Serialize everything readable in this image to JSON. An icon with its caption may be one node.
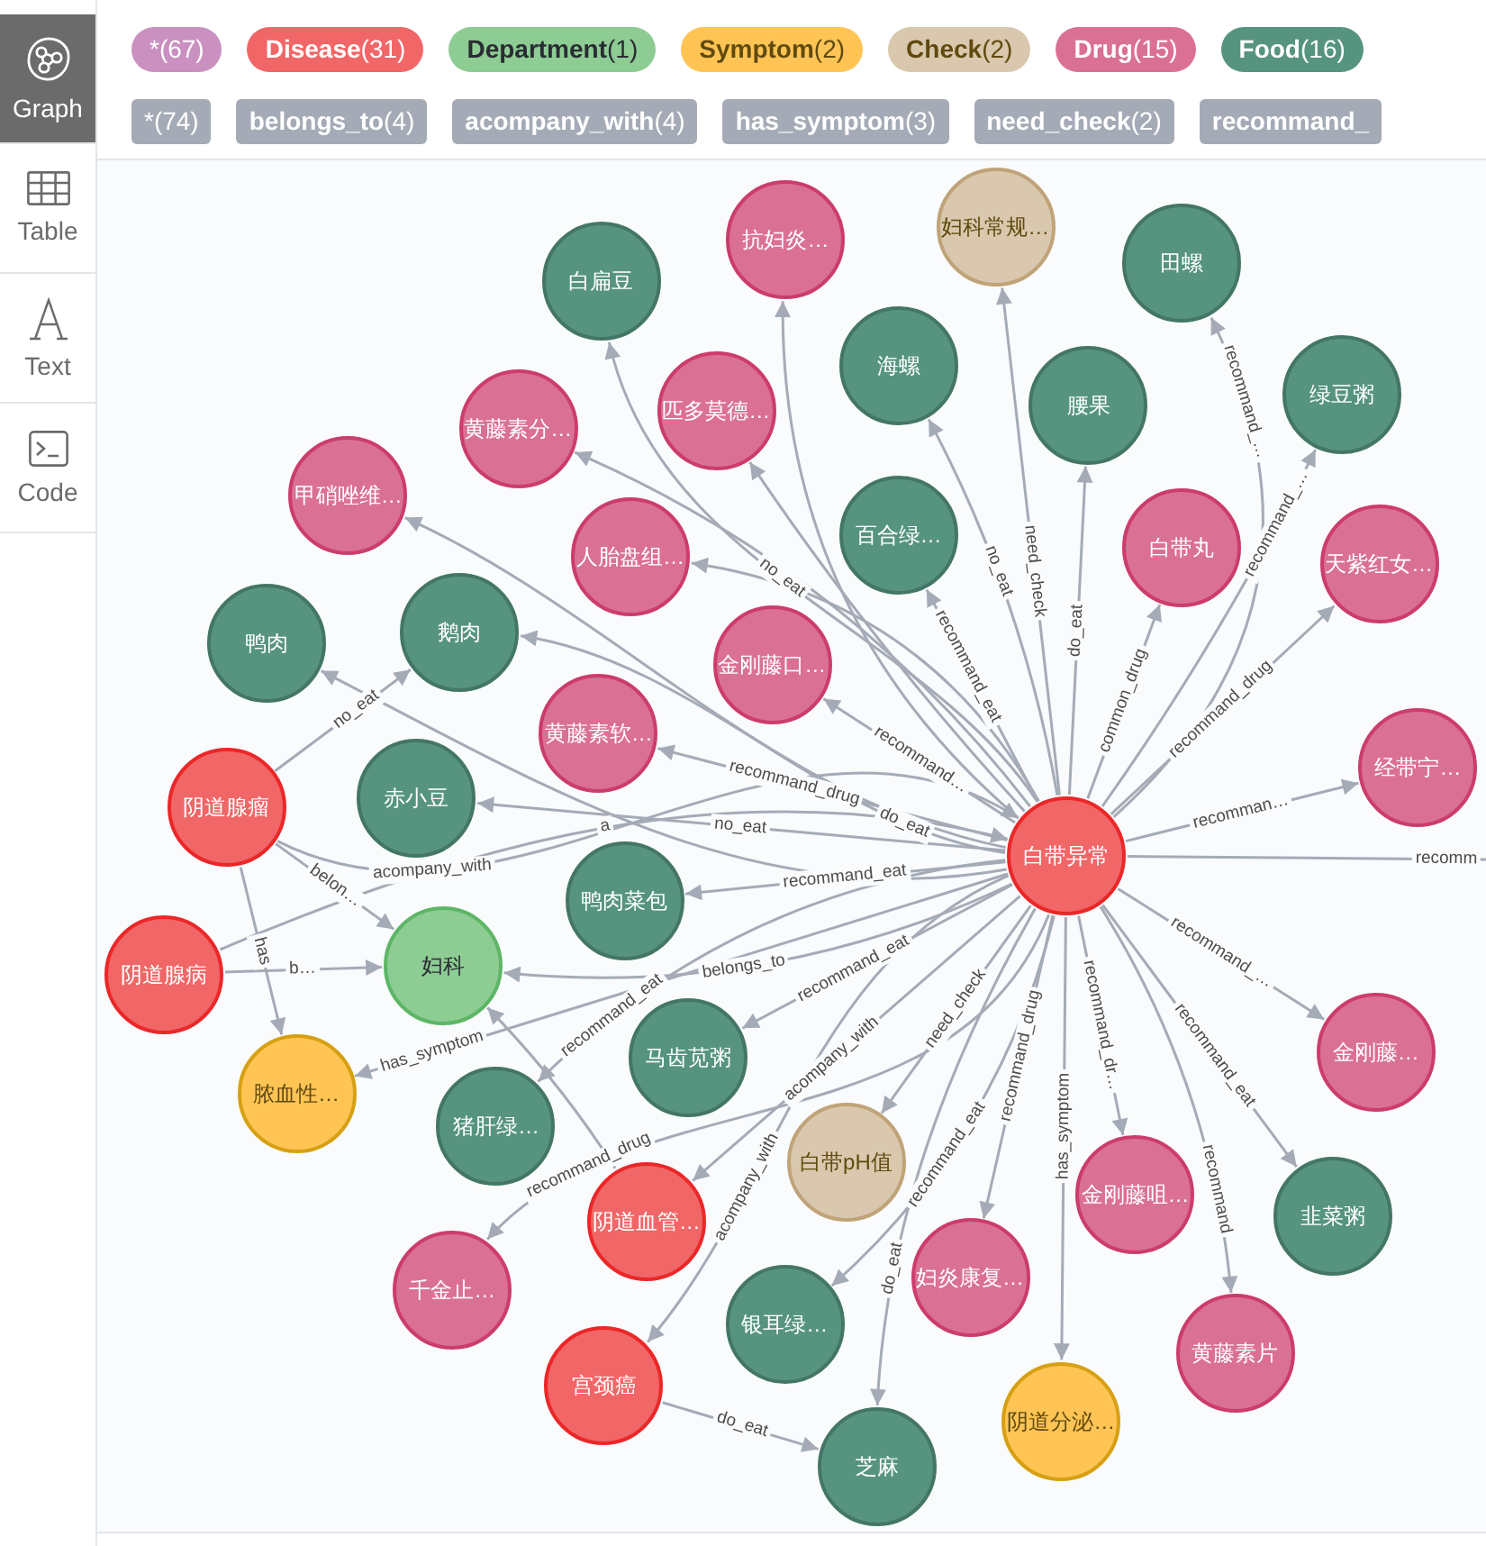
{
  "diagram": {
    "nodes": [
      {
        "text": [
          "妇科常规…"
        ]
      },
      {
        "text": [
          "抗妇炎…"
        ]
      },
      {
        "text": [
          "田螺"
        ]
      },
      {
        "text": [
          "白扁豆"
        ]
      },
      {
        "text": [
          "海螺"
        ]
      },
      {
        "text": [
          "绿豆粥"
        ]
      },
      {
        "text": [
          "腰果"
        ]
      },
      {
        "text": [
          "匹多莫德…"
        ]
      },
      {
        "text": [
          "黄藤素分…"
        ]
      },
      {
        "text": [
          "甲硝唑维…"
        ]
      },
      {
        "text": [
          "百合绿…"
        ]
      },
      {
        "text": [
          "白带丸"
        ]
      },
      {
        "text": [
          "人胎盘组…"
        ]
      },
      {
        "text": [
          "天紫红女…"
        ]
      },
      {
        "text": [
          "鹅肉"
        ]
      },
      {
        "text": [
          "鸭肉"
        ]
      },
      {
        "text": [
          "金刚藤口…"
        ]
      },
      {
        "text": [
          "黄藤素软…"
        ]
      },
      {
        "text": [
          "经带宁…"
        ]
      },
      {
        "text": [
          "阴道腺瘤"
        ]
      },
      {
        "text": [
          "赤小豆"
        ]
      },
      {
        "text": [
          "白带异常"
        ]
      },
      {
        "text": [
          "鸭肉菜包"
        ]
      },
      {
        "text": [
          "阴道腺病"
        ]
      },
      {
        "text": [
          "妇科"
        ]
      },
      {
        "text": [
          "马齿苋粥"
        ]
      },
      {
        "text": [
          "金刚藤…"
        ]
      },
      {
        "text": [
          "脓血性…"
        ]
      },
      {
        "text": [
          "猪肝绿…"
        ]
      },
      {
        "text": [
          "白带pH值"
        ]
      },
      {
        "text": [
          "金刚藤咀…"
        ]
      },
      {
        "text": [
          "阴道血管…"
        ]
      },
      {
        "text": [
          "韭菜粥"
        ]
      },
      {
        "text": [
          "千金止…"
        ]
      },
      {
        "text": [
          "妇炎康复…"
        ]
      },
      {
        "text": [
          "银耳绿…"
        ]
      },
      {
        "text": [
          "黄藤素片"
        ]
      },
      {
        "text": [
          "宫颈癌"
        ]
      },
      {
        "text": [
          "阴道分泌…"
        ]
      },
      {
        "text": [
          "芝麻"
        ]
      }
    ],
    "edges": [
      {
        "from": 21,
        "to": 0,
        "arrow": "to",
        "label": "need_check"
      },
      {
        "from": 21,
        "to": 1,
        "arrow": "to"
      },
      {
        "from": 21,
        "to": 2,
        "arrow": "to",
        "label": "recommand_…"
      },
      {
        "from": 21,
        "to": 3,
        "arrow": "to",
        "label": "no_eat"
      },
      {
        "from": 21,
        "to": 4,
        "arrow": "to",
        "label": "no_eat"
      },
      {
        "from": 21,
        "to": 5,
        "arrow": "to",
        "label": "recommand_…"
      },
      {
        "from": 21,
        "to": 6,
        "arrow": "to",
        "label": "do_eat"
      },
      {
        "from": 21,
        "to": 7,
        "arrow": "to"
      },
      {
        "from": 21,
        "to": 8,
        "arrow": "to"
      },
      {
        "from": 21,
        "to": 9,
        "arrow": "to"
      },
      {
        "from": 21,
        "to": 10,
        "arrow": "to",
        "label": "recommand_eat"
      },
      {
        "from": 21,
        "to": 11,
        "arrow": "to",
        "label": "common_drug"
      },
      {
        "from": 21,
        "to": 12,
        "arrow": "to"
      },
      {
        "from": 21,
        "to": 13,
        "arrow": "to",
        "label": "recommand_drug"
      },
      {
        "from": 21,
        "to": 14,
        "arrow": "to",
        "label": "do_eat"
      },
      {
        "from": 21,
        "to": 15,
        "arrow": "to"
      },
      {
        "from": 21,
        "to": 16,
        "arrow": "to",
        "label": "recommand…"
      },
      {
        "from": 21,
        "to": 17,
        "arrow": "to",
        "label": "recommand_drug"
      },
      {
        "from": 21,
        "to": 18,
        "arrow": "to",
        "label": "recomman…"
      },
      {
        "from": 19,
        "to": 14,
        "arrow": "to",
        "label": "no_eat"
      },
      {
        "from": 21,
        "to": 20,
        "arrow": "to",
        "label": "no_eat"
      },
      {
        "from": 19,
        "to": 21,
        "arrow": "to",
        "label": "acompany_with"
      },
      {
        "from": 21,
        "to": 22,
        "arrow": "to",
        "label": "recommand_eat"
      },
      {
        "from": 21,
        "to": 24,
        "arrow": "to",
        "label": "belongs_to"
      },
      {
        "from": 19,
        "to": 24,
        "arrow": "to",
        "label": "belon…"
      },
      {
        "from": 23,
        "to": 21,
        "arrow": "to",
        "label": "a"
      },
      {
        "from": 19,
        "to": 27,
        "arrow": "to",
        "label": "has"
      },
      {
        "from": 23,
        "to": 24,
        "arrow": "to",
        "label": "b…"
      },
      {
        "from": 21,
        "to": 27,
        "arrow": "to",
        "label": "has_symptom"
      },
      {
        "from": 21,
        "to": 25,
        "arrow": "to",
        "label": "recommand_eat"
      },
      {
        "from": 21,
        "to": 28,
        "arrow": "to",
        "label": "recommand_eat"
      },
      {
        "from": 31,
        "to": 24,
        "arrow": "to"
      },
      {
        "from": 21,
        "to": 33,
        "arrow": "to",
        "label": "recommand_drug"
      },
      {
        "from": 21,
        "to": 31,
        "arrow": "to",
        "label": "acompany_with"
      },
      {
        "from": 21,
        "to": 29,
        "arrow": "to",
        "label": "need_check"
      },
      {
        "from": 21,
        "to": 35,
        "arrow": "to",
        "label": "recommand_eat"
      },
      {
        "from": 21,
        "to": 37,
        "arrow": "to",
        "label": "acompany_with"
      },
      {
        "from": 21,
        "to": 39,
        "arrow": "to",
        "label": "do_eat"
      },
      {
        "from": 21,
        "to": 34,
        "arrow": "to",
        "label": "recommand_drug"
      },
      {
        "from": 21,
        "to": 38,
        "arrow": "to",
        "label": "has_symptom"
      },
      {
        "from": 21,
        "to": 30,
        "arrow": "to",
        "label": "recommand_dr…"
      },
      {
        "from": 21,
        "to": 36,
        "arrow": "to",
        "label": "recommand"
      },
      {
        "from": 21,
        "to": 32,
        "arrow": "to",
        "label": "recommand_eat"
      },
      {
        "from": 21,
        "to": 26,
        "arrow": "to",
        "label": "recommand_…"
      },
      {
        "from": 21,
        "to": null,
        "arrow": "none",
        "label": "recomm"
      },
      {
        "from": 37,
        "to": 39,
        "arrow": "to",
        "label": "do_eat"
      }
    ],
    "labels": [
      "*(74)",
      "**belongs_to**(4)",
      "**acompany_with**(4)",
      "**has_symptom**(3)",
      "**need_check**(2)",
      "recommand_",
      "Graph",
      "Table",
      "Text",
      "Code"
    ],
    "legend": [
      {
        "text": "*(67)",
        "color": "#c990c0"
      },
      {
        "text": "**Disease**(31)",
        "color": "#f16667"
      },
      {
        "text": "**Department**(1)",
        "color": "#8dcc93"
      },
      {
        "text": "**Symptom**(2)",
        "color": "#ffc454"
      },
      {
        "text": "**Check**(2)",
        "color": "#d9c8ae"
      },
      {
        "text": "**Drug**(15)",
        "color": "#da7194"
      },
      {
        "text": "**Food**(16)",
        "color": "#569480"
      }
    ]
  }
}
